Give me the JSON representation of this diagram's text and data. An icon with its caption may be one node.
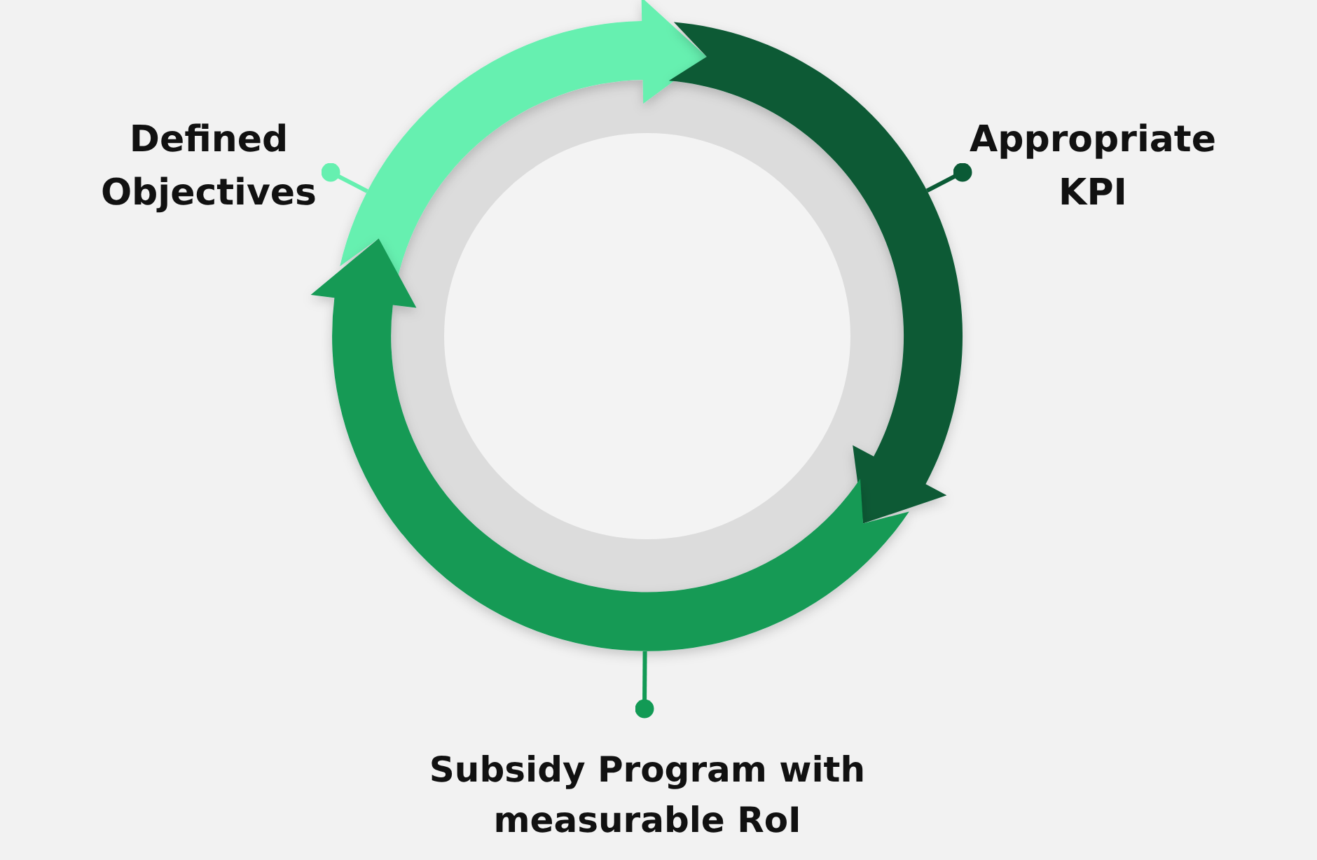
{
  "diagram": {
    "nodes": [
      {
        "text": [
          "Defined Objectives"
        ]
      },
      {
        "text": [
          "Appropriate KPI"
        ]
      },
      {
        "text": [
          "Subsidy Program with measurable RoI"
        ]
      }
    ],
    "edges": [
      {
        "from": 0,
        "to": null,
        "arrow": "other",
        "color": "#66f0b0"
      },
      {
        "from": 1,
        "to": null,
        "arrow": "other",
        "color": "#0a5a35"
      },
      {
        "from": 2,
        "to": null,
        "arrow": "other",
        "color": "#129a55"
      }
    ]
  }
}
